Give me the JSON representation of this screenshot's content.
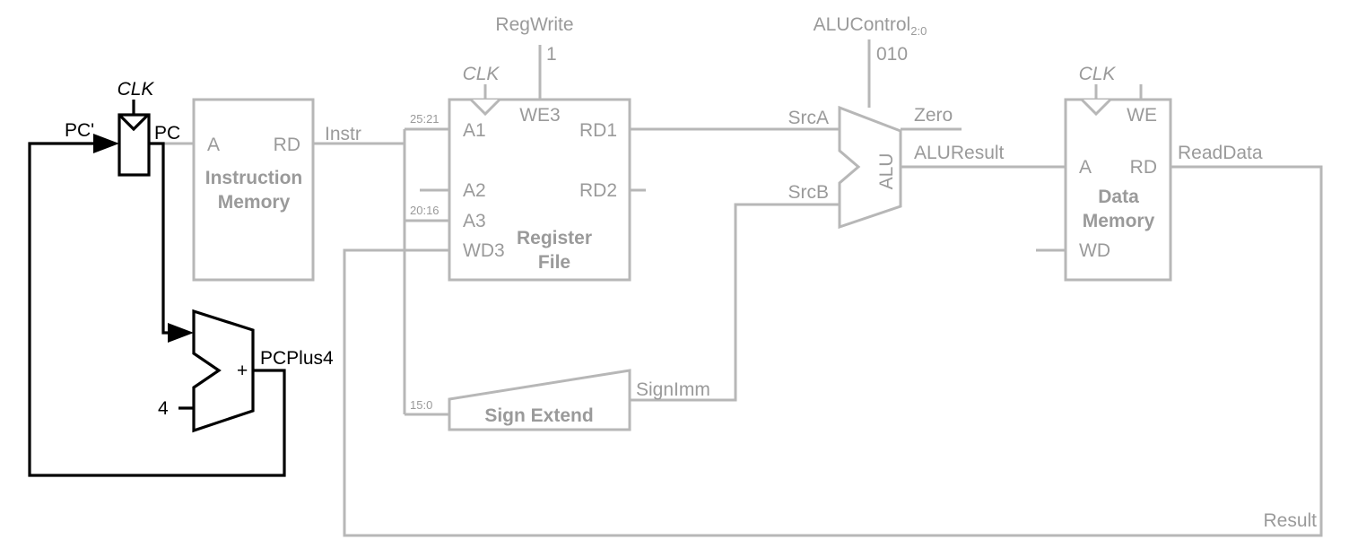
{
  "colors": {
    "active": "#000000",
    "inactive": "#b7b7b7",
    "inactive_text": "#9a9a9a"
  },
  "labels": {
    "regwrite": "RegWrite",
    "regwrite_value": "1",
    "alucontrol": "ALUControl",
    "alucontrol_sub": "2:0",
    "alucontrol_value": "010",
    "clk_pc": "CLK",
    "clk_rf": "CLK",
    "clk_dm": "CLK",
    "pc_prime": "PC'",
    "pc": "PC",
    "imem_a": "A",
    "imem_rd": "RD",
    "imem_name_line1": "Instruction",
    "imem_name_line2": "Memory",
    "instr": "Instr",
    "field_25_21": "25:21",
    "field_20_16": "20:16",
    "field_15_0": "15:0",
    "rf_a1": "A1",
    "rf_a2": "A2",
    "rf_a3": "A3",
    "rf_wd3": "WD3",
    "rf_we3": "WE3",
    "rf_rd1": "RD1",
    "rf_rd2": "RD2",
    "rf_name_line1": "Register",
    "rf_name_line2": "File",
    "srca": "SrcA",
    "srcb": "SrcB",
    "zero": "Zero",
    "aluresult": "ALUResult",
    "alu": "ALU",
    "dm_a": "A",
    "dm_rd": "RD",
    "dm_wd": "WD",
    "dm_we": "WE",
    "dm_name_line1": "Data",
    "dm_name_line2": "Memory",
    "readdata": "ReadData",
    "result": "Result",
    "signimm": "SignImm",
    "sign_extend": "Sign Extend",
    "pcplus4": "PCPlus4",
    "adder_plus": "+",
    "const_four": "4"
  }
}
